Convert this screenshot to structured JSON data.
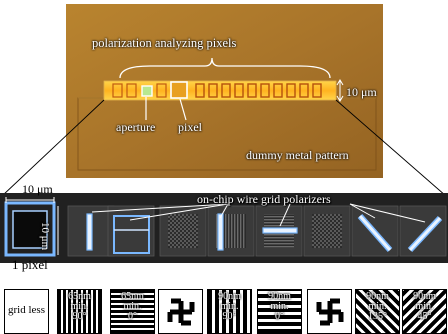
{
  "labels": {
    "polarization_pixels": "polarization analyzing pixels",
    "scale_10um_top": "10 μm",
    "aperture": "aperture",
    "pixel": "pixel",
    "dummy_metal": "dummy metal pattern",
    "scale_10um_left": "10 μm",
    "scale_10um_vertical": "10 μm",
    "one_pixel": "1 pixel",
    "wire_grid": "on-chip wire grid polarizers"
  },
  "patterns": [
    {
      "type": "plain",
      "lines": [
        "grid less"
      ]
    },
    {
      "type": "vertical",
      "lines": [
        "65nm",
        "min.",
        "90°"
      ]
    },
    {
      "type": "horizontal",
      "lines": [
        "65nm",
        "min.",
        "0°"
      ]
    },
    {
      "type": "swastika-left",
      "lines": []
    },
    {
      "type": "vertical",
      "lines": [
        "90nm",
        "min.",
        "90°"
      ]
    },
    {
      "type": "horizontal",
      "lines": [
        "90nm",
        "min.",
        "0°"
      ]
    },
    {
      "type": "swastika-right",
      "lines": []
    },
    {
      "type": "diag-a",
      "lines": [
        "90nm",
        "min.",
        "135°"
      ]
    },
    {
      "type": "diag-b",
      "lines": [
        "90nm",
        "min.",
        "45°"
      ]
    }
  ],
  "colors": {
    "chip_gold": "#b07a2a",
    "chip_dark": "#7a4f18",
    "strip_yellow": "#ffcc33",
    "dark_band": "#1a1a1a",
    "highlight_blue": "#7ab8ff"
  }
}
